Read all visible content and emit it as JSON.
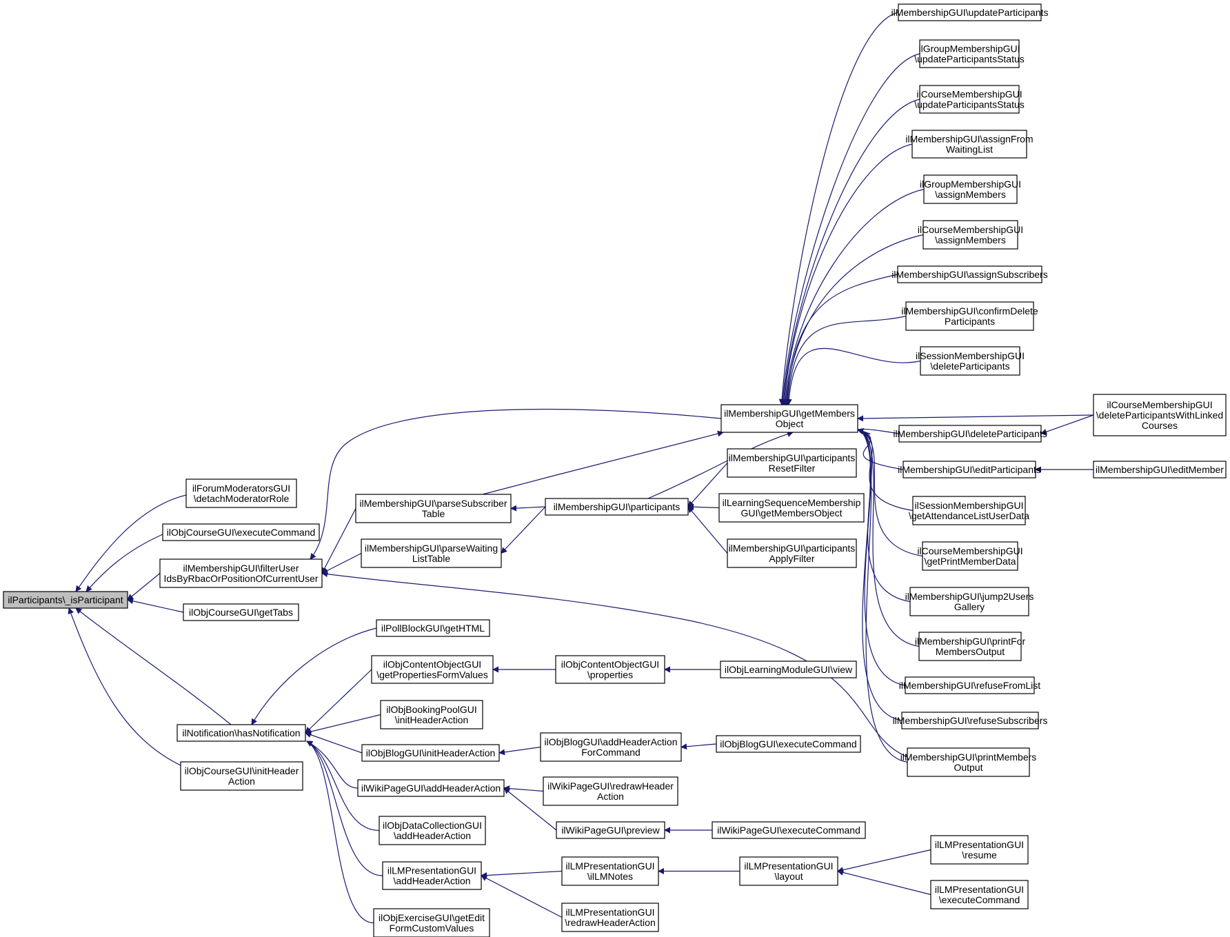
{
  "colors": {
    "edge": "#191970",
    "node_border": "#000000",
    "root_fill": "#bfbfbf",
    "node_fill": "#ffffff",
    "background": "#ffffff"
  },
  "nodes": [
    {
      "id": "root",
      "lines": [
        "ilParticipants\\_isParticipant"
      ],
      "highlight": true
    },
    {
      "id": "forumDetach",
      "lines": [
        "ilForumModeratorsGUI",
        "\\detachModeratorRole"
      ]
    },
    {
      "id": "courseExec",
      "lines": [
        "ilObjCourseGUI\\executeCommand"
      ]
    },
    {
      "id": "filterUser",
      "lines": [
        "ilMembershipGUI\\filterUser",
        "IdsByRbacOrPositionOfCurrentUser"
      ]
    },
    {
      "id": "courseTabs",
      "lines": [
        "ilObjCourseGUI\\getTabs"
      ]
    },
    {
      "id": "hasNotif",
      "lines": [
        "ilNotification\\hasNotification"
      ]
    },
    {
      "id": "courseInitHdr",
      "lines": [
        "ilObjCourseGUI\\initHeader",
        "Action"
      ]
    },
    {
      "id": "parseSubscriber",
      "lines": [
        "ilMembershipGUI\\parseSubscriber",
        "Table"
      ]
    },
    {
      "id": "parseWaiting",
      "lines": [
        "ilMembershipGUI\\parseWaiting",
        "ListTable"
      ]
    },
    {
      "id": "participants",
      "lines": [
        "ilMembershipGUI\\participants"
      ]
    },
    {
      "id": "getMembersObject",
      "lines": [
        "ilMembershipGUI\\getMembers",
        "Object"
      ]
    },
    {
      "id": "partResetFilter",
      "lines": [
        "ilMembershipGUI\\participants",
        "ResetFilter"
      ]
    },
    {
      "id": "lsGetMembers",
      "lines": [
        "ilLearningSequenceMembership",
        "GUI\\getMembersObject"
      ]
    },
    {
      "id": "partApplyFilter",
      "lines": [
        "ilMembershipGUI\\participants",
        "ApplyFilter"
      ]
    },
    {
      "id": "pollGetHTML",
      "lines": [
        "ilPollBlockGUI\\getHTML"
      ]
    },
    {
      "id": "contentGetProps",
      "lines": [
        "ilObjContentObjectGUI",
        "\\getPropertiesFormValues"
      ]
    },
    {
      "id": "contentProps",
      "lines": [
        "ilObjContentObjectGUI",
        "\\properties"
      ]
    },
    {
      "id": "lmView",
      "lines": [
        "ilObjLearningModuleGUI\\view"
      ]
    },
    {
      "id": "bookingInit",
      "lines": [
        "ilObjBookingPoolGUI",
        "\\initHeaderAction"
      ]
    },
    {
      "id": "blogInit",
      "lines": [
        "ilObjBlogGUI\\initHeaderAction"
      ]
    },
    {
      "id": "blogAddHdr",
      "lines": [
        "ilObjBlogGUI\\addHeaderAction",
        "ForCommand"
      ]
    },
    {
      "id": "blogExec",
      "lines": [
        "ilObjBlogGUI\\executeCommand"
      ]
    },
    {
      "id": "wikiAddHdr",
      "lines": [
        "ilWikiPageGUI\\addHeaderAction"
      ]
    },
    {
      "id": "wikiRedraw",
      "lines": [
        "ilWikiPageGUI\\redrawHeader",
        "Action"
      ]
    },
    {
      "id": "wikiPreview",
      "lines": [
        "ilWikiPageGUI\\preview"
      ]
    },
    {
      "id": "wikiExec",
      "lines": [
        "ilWikiPageGUI\\executeCommand"
      ]
    },
    {
      "id": "dataColAdd",
      "lines": [
        "ilObjDataCollectionGUI",
        "\\addHeaderAction"
      ]
    },
    {
      "id": "lmPresAdd",
      "lines": [
        "ilLMPresentationGUI",
        "\\addHeaderAction"
      ]
    },
    {
      "id": "lmPresNotes",
      "lines": [
        "ilLMPresentationGUI",
        "\\ilLMNotes"
      ]
    },
    {
      "id": "lmPresRedraw",
      "lines": [
        "ilLMPresentationGUI",
        "\\redrawHeaderAction"
      ]
    },
    {
      "id": "lmPresLayout",
      "lines": [
        "ilLMPresentationGUI",
        "\\layout"
      ]
    },
    {
      "id": "lmPresResume",
      "lines": [
        "ilLMPresentationGUI",
        "\\resume"
      ]
    },
    {
      "id": "lmPresExec",
      "lines": [
        "ilLMPresentationGUI",
        "\\executeCommand"
      ]
    },
    {
      "id": "exerciseGetEdit",
      "lines": [
        "ilObjExerciseGUI\\getEdit",
        "FormCustomValues"
      ]
    },
    {
      "id": "updateParticipants",
      "lines": [
        "ilMembershipGUI\\updateParticipants"
      ]
    },
    {
      "id": "groupUpdateStatus",
      "lines": [
        "ilGroupMembershipGUI",
        "\\updateParticipantsStatus"
      ]
    },
    {
      "id": "courseUpdateStatus",
      "lines": [
        "ilCourseMembershipGUI",
        "\\updateParticipantsStatus"
      ]
    },
    {
      "id": "assignFromWaiting",
      "lines": [
        "ilMembershipGUI\\assignFrom",
        "WaitingList"
      ]
    },
    {
      "id": "groupAssign",
      "lines": [
        "ilGroupMembershipGUI",
        "\\assignMembers"
      ]
    },
    {
      "id": "courseAssign",
      "lines": [
        "ilCourseMembershipGUI",
        "\\assignMembers"
      ]
    },
    {
      "id": "assignSubscribers",
      "lines": [
        "ilMembershipGUI\\assignSubscribers"
      ]
    },
    {
      "id": "confirmDelete",
      "lines": [
        "ilMembershipGUI\\confirmDelete",
        "Participants"
      ]
    },
    {
      "id": "sessionDelete",
      "lines": [
        "ilSessionMembershipGUI",
        "\\deleteParticipants"
      ]
    },
    {
      "id": "deleteParticipants",
      "lines": [
        "ilMembershipGUI\\deleteParticipants"
      ]
    },
    {
      "id": "courseDeleteLinked",
      "lines": [
        "ilCourseMembershipGUI",
        "\\deleteParticipantsWithLinked",
        "Courses"
      ]
    },
    {
      "id": "editParticipants",
      "lines": [
        "ilMembershipGUI\\editParticipants"
      ]
    },
    {
      "id": "editMember",
      "lines": [
        "ilMembershipGUI\\editMember"
      ]
    },
    {
      "id": "sessionAttendance",
      "lines": [
        "ilSessionMembershipGUI",
        "\\getAttendanceListUserData"
      ]
    },
    {
      "id": "coursePrintData",
      "lines": [
        "ilCourseMembershipGUI",
        "\\getPrintMemberData"
      ]
    },
    {
      "id": "jump2Users",
      "lines": [
        "ilMembershipGUI\\jump2Users",
        "Gallery"
      ]
    },
    {
      "id": "printForMembers",
      "lines": [
        "ilMembershipGUI\\printFor",
        "MembersOutput"
      ]
    },
    {
      "id": "refuseFromList",
      "lines": [
        "ilMembershipGUI\\refuseFromList"
      ]
    },
    {
      "id": "refuseSubscribers",
      "lines": [
        "ilMembershipGUI\\refuseSubscribers"
      ]
    },
    {
      "id": "printMembersOut",
      "lines": [
        "ilMembershipGUI\\printMembers",
        "Output"
      ]
    }
  ],
  "edges": [
    {
      "from": "forumDetach",
      "to": "root"
    },
    {
      "from": "courseExec",
      "to": "root"
    },
    {
      "from": "filterUser",
      "to": "root"
    },
    {
      "from": "courseTabs",
      "to": "root"
    },
    {
      "from": "hasNotif",
      "to": "root"
    },
    {
      "from": "courseInitHdr",
      "to": "root"
    },
    {
      "from": "parseSubscriber",
      "to": "filterUser"
    },
    {
      "from": "parseWaiting",
      "to": "filterUser"
    },
    {
      "from": "getMembersObject",
      "to": "filterUser"
    },
    {
      "from": "printMembersOut",
      "to": "filterUser"
    },
    {
      "from": "participants",
      "to": "parseSubscriber"
    },
    {
      "from": "participants",
      "to": "parseWaiting"
    },
    {
      "from": "parseSubscriber",
      "to": "getMembersObject"
    },
    {
      "from": "participants",
      "to": "getMembersObject"
    },
    {
      "from": "partResetFilter",
      "to": "participants"
    },
    {
      "from": "lsGetMembers",
      "to": "participants"
    },
    {
      "from": "partApplyFilter",
      "to": "participants"
    },
    {
      "from": "updateParticipants",
      "to": "getMembersObject"
    },
    {
      "from": "groupUpdateStatus",
      "to": "getMembersObject"
    },
    {
      "from": "courseUpdateStatus",
      "to": "getMembersObject"
    },
    {
      "from": "assignFromWaiting",
      "to": "getMembersObject"
    },
    {
      "from": "groupAssign",
      "to": "getMembersObject"
    },
    {
      "from": "courseAssign",
      "to": "getMembersObject"
    },
    {
      "from": "assignSubscribers",
      "to": "getMembersObject"
    },
    {
      "from": "confirmDelete",
      "to": "getMembersObject"
    },
    {
      "from": "sessionDelete",
      "to": "getMembersObject"
    },
    {
      "from": "courseDeleteLinked",
      "to": "getMembersObject"
    },
    {
      "from": "deleteParticipants",
      "to": "getMembersObject"
    },
    {
      "from": "courseDeleteLinked",
      "to": "deleteParticipants"
    },
    {
      "from": "editParticipants",
      "to": "getMembersObject"
    },
    {
      "from": "editMember",
      "to": "editParticipants"
    },
    {
      "from": "sessionAttendance",
      "to": "getMembersObject"
    },
    {
      "from": "coursePrintData",
      "to": "getMembersObject"
    },
    {
      "from": "jump2Users",
      "to": "getMembersObject"
    },
    {
      "from": "printForMembers",
      "to": "getMembersObject"
    },
    {
      "from": "refuseFromList",
      "to": "getMembersObject"
    },
    {
      "from": "refuseSubscribers",
      "to": "getMembersObject"
    },
    {
      "from": "printMembersOut",
      "to": "getMembersObject"
    },
    {
      "from": "pollGetHTML",
      "to": "hasNotif"
    },
    {
      "from": "contentGetProps",
      "to": "hasNotif"
    },
    {
      "from": "bookingInit",
      "to": "hasNotif"
    },
    {
      "from": "blogInit",
      "to": "hasNotif"
    },
    {
      "from": "wikiAddHdr",
      "to": "hasNotif"
    },
    {
      "from": "dataColAdd",
      "to": "hasNotif"
    },
    {
      "from": "lmPresAdd",
      "to": "hasNotif"
    },
    {
      "from": "exerciseGetEdit",
      "to": "hasNotif"
    },
    {
      "from": "contentProps",
      "to": "contentGetProps"
    },
    {
      "from": "lmView",
      "to": "contentProps"
    },
    {
      "from": "blogAddHdr",
      "to": "blogInit"
    },
    {
      "from": "blogExec",
      "to": "blogAddHdr"
    },
    {
      "from": "wikiRedraw",
      "to": "wikiAddHdr"
    },
    {
      "from": "wikiPreview",
      "to": "wikiAddHdr"
    },
    {
      "from": "wikiExec",
      "to": "wikiPreview"
    },
    {
      "from": "lmPresNotes",
      "to": "lmPresAdd"
    },
    {
      "from": "lmPresRedraw",
      "to": "lmPresAdd"
    },
    {
      "from": "lmPresLayout",
      "to": "lmPresNotes"
    },
    {
      "from": "lmPresResume",
      "to": "lmPresLayout"
    },
    {
      "from": "lmPresExec",
      "to": "lmPresLayout"
    }
  ]
}
